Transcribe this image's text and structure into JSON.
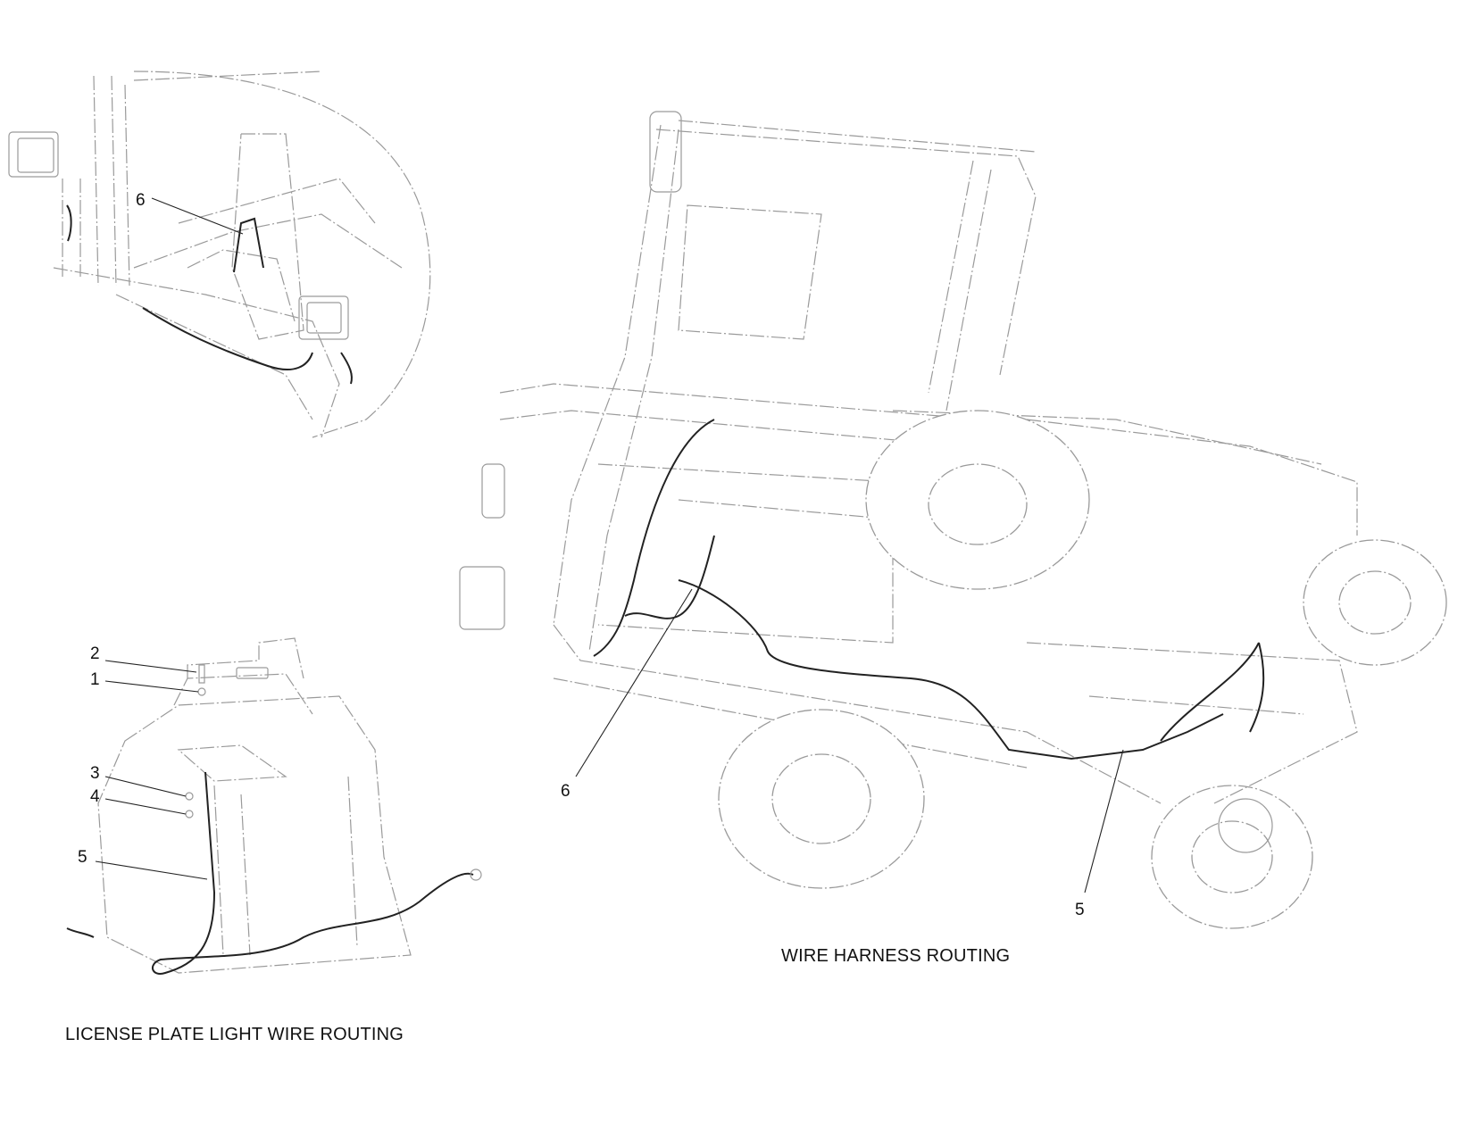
{
  "callouts": {
    "c1": "1",
    "c2": "2",
    "c3": "3",
    "c4": "4",
    "c5a": "5",
    "c5b": "5",
    "c6a": "6",
    "c6b": "6"
  },
  "captions": {
    "wire_harness": "WIRE HARNESS ROUTING",
    "license_plate": "LICENSE PLATE LIGHT WIRE ROUTING"
  }
}
